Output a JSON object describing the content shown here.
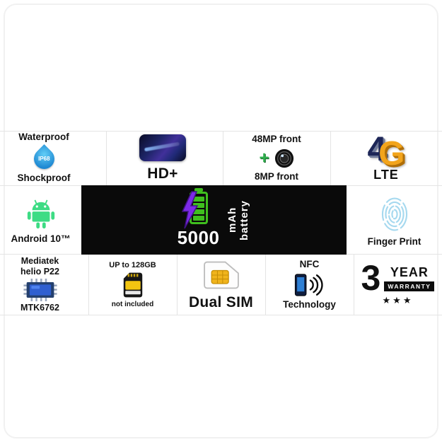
{
  "features": {
    "waterproof": {
      "title": "Waterproof",
      "ip_rating": "IP68",
      "subtitle": "Shockproof"
    },
    "display": {
      "label": "HD+"
    },
    "camera": {
      "front": "48MP front",
      "plus": "+",
      "rear": "8MP front"
    },
    "network": {
      "four": "4",
      "g": "G",
      "lte": "LTE"
    },
    "os": {
      "label": "Android 10™"
    },
    "battery": {
      "capacity": "5000",
      "unit": "mAh battery"
    },
    "fingerprint": {
      "label": "Finger Print"
    },
    "chipset": {
      "brand": "Mediatek",
      "model": "helio P22",
      "code": "MTK6762"
    },
    "storage": {
      "capacity": "UP to 128GB",
      "note": "not included"
    },
    "sim": {
      "label": "Dual SIM"
    },
    "nfc": {
      "title": "NFC",
      "subtitle": "Technology"
    },
    "warranty": {
      "number": "3",
      "year": "YEAR",
      "label": "WARRANTY",
      "stars": "★★★"
    }
  },
  "colors": {
    "android_green": "#3DDC84",
    "water_blue": "#1E88D2",
    "battery_green": "#3FBF1E",
    "bolt_purple": "#7D2AE8",
    "gold_g": "#F2A41B",
    "fingerprint_blue": "#A6D9EF",
    "nfc_screen_blue": "#2E7FD4",
    "chip_blue": "#2F5FD0",
    "banner_black": "#0A0A0A"
  }
}
